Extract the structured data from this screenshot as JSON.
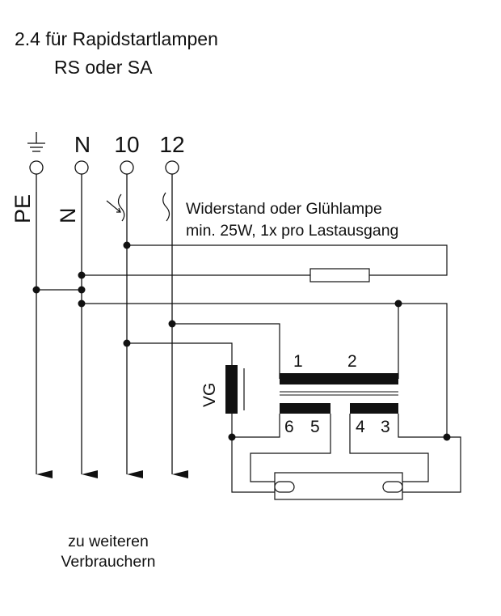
{
  "title": {
    "line1": "2.4 für Rapidstartlampen",
    "line2": "RS oder SA"
  },
  "terminals": {
    "n_label": "N",
    "t10_label": "10",
    "t12_label": "12"
  },
  "conductors": {
    "pe": "PE",
    "n": "N"
  },
  "resistor_note": {
    "line1": "Widerstand oder Glühlampe",
    "line2": "min. 25W, 1x pro Lastausgang"
  },
  "ballast": {
    "label": "VG",
    "pin1": "1",
    "pin2": "2",
    "pin6": "6",
    "pin5": "5",
    "pin4": "4",
    "pin3": "3"
  },
  "footer": {
    "line1": "zu weiteren",
    "line2": "Verbrauchern"
  },
  "colors": {
    "ink": "#111111",
    "background": "#ffffff"
  }
}
